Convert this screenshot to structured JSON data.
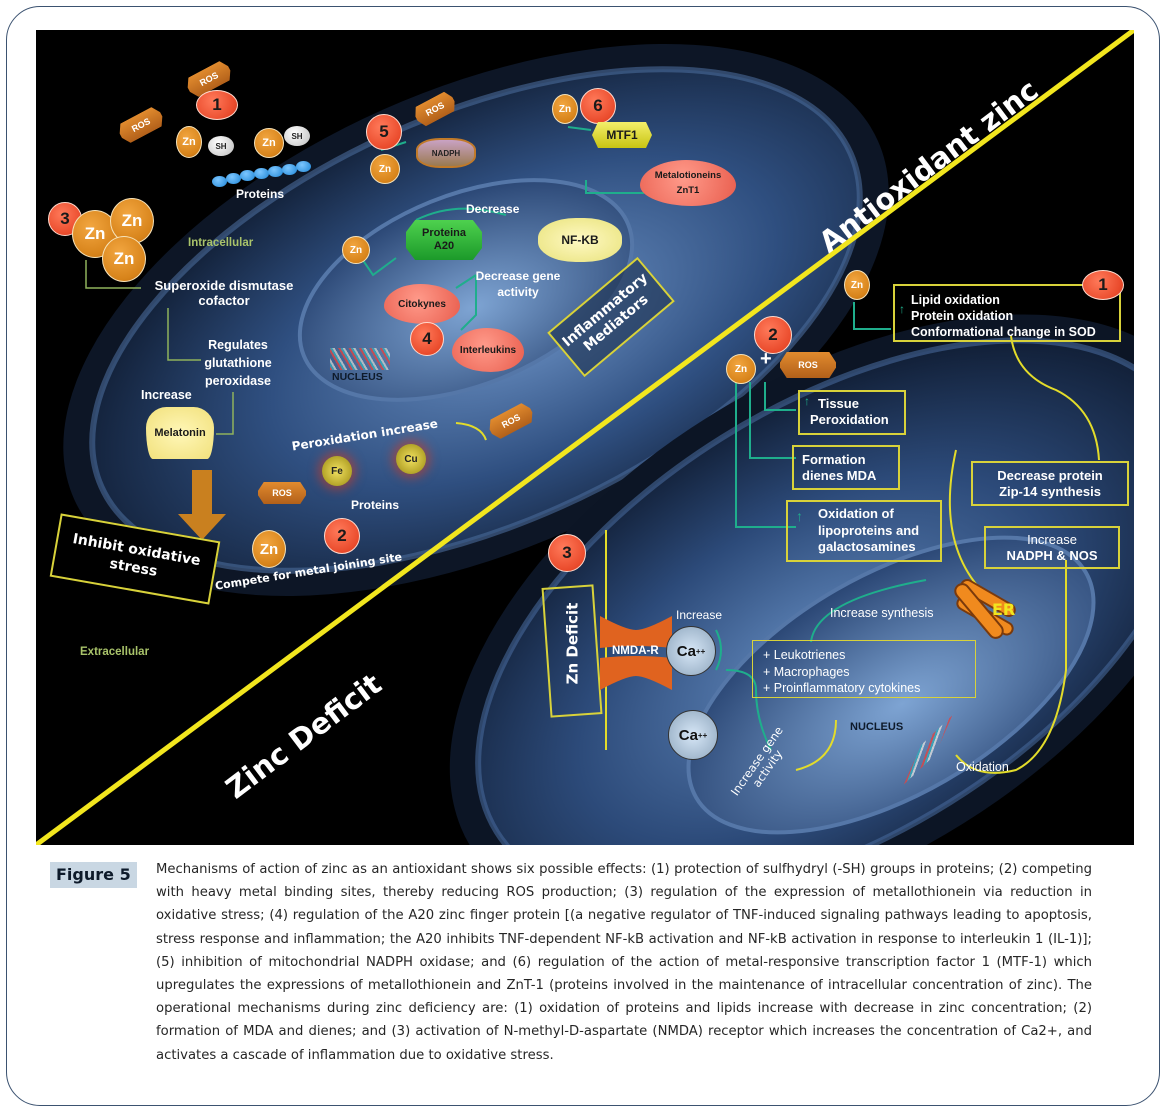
{
  "figure": {
    "section_titles": {
      "antioxidant": "Antioxidant zinc",
      "deficit": "Zinc Deficit"
    },
    "regions": {
      "intracellular": "Intracellular",
      "extracellular": "Extracellular"
    },
    "common": {
      "zn": "Zn",
      "ros": "ROS",
      "sh": "SH",
      "proteins": "Proteins",
      "nucleus": "NUCLEUS"
    },
    "antioxidant": {
      "n1": "1",
      "n2": "2",
      "n3": "3",
      "n4": "4",
      "n5": "5",
      "n6": "6",
      "superoxide": [
        "Superoxide dismutase",
        "cofactor"
      ],
      "regulates": [
        "Regulates",
        "glutathione",
        "peroxidase"
      ],
      "increase": "Increase",
      "melatonin": "Melatonin",
      "inhibit": [
        "Inhibit oxidative",
        "stress"
      ],
      "peroxidation_increase": "Peroxidation increase",
      "fe": "Fe",
      "cu": "Cu",
      "compete": "Compete for metal joining site",
      "nadph": "NADPH",
      "mtf1": "MTF1",
      "metalotioneins": "Metalotioneins",
      "znt1": "ZnT1",
      "proteina_a20": [
        "Proteina",
        "A20"
      ],
      "decrease": "Decrease",
      "nfkb": "NF-KB",
      "decrease_gene": [
        "Decrease gene",
        "activity"
      ],
      "citokynes": "Citokynes",
      "interleukins": "Interleukins",
      "inflammatory": [
        "Inflammatory",
        "Mediators"
      ]
    },
    "deficit": {
      "n1": "1",
      "n2": "2",
      "n3": "3",
      "lipid_box": [
        "Lipid oxidation",
        "Protein oxidation",
        "Conformational change in SOD"
      ],
      "tissue": [
        "Tissue",
        "Peroxidation"
      ],
      "formation": [
        "Formation",
        "dienes MDA"
      ],
      "oxidation_lipo": [
        "Oxidation of",
        "lipoproteins and",
        "galactosamines"
      ],
      "zip14": [
        "Decrease protein",
        "Zip-14  synthesis"
      ],
      "nadph_nos": [
        "Increase",
        "NADPH & NOS"
      ],
      "er": "ER",
      "increase_synthesis": "Increase synthesis",
      "leuko": [
        "+ Leukotrienes",
        "+ Macrophages",
        "+ Proinflammatory cytokines"
      ],
      "zn_deficit": "Zn Deficit",
      "nmda": "NMDA-R",
      "increase": "Increase",
      "ca": "Ca",
      "ca_sup": "++",
      "increase_gene": [
        "Increase gene",
        "activity"
      ],
      "oxidation": "Oxidation",
      "plus": "+"
    }
  },
  "caption": {
    "tag": "Figure 5",
    "text": "Mechanisms of action of zinc as an antioxidant shows six possible effects: (1) protection of sulfhydryl (-SH) groups in proteins; (2) competing with heavy metal binding sites, thereby reducing ROS production; (3) regulation of the expression of metallothionein via reduction in oxidative stress; (4) regulation of the A20 zinc finger protein [(a negative regulator of TNF-induced signaling pathways leading to apoptosis, stress response and inflammation; the A20 inhibits TNF-dependent NF-kB activation and NF-kB activation in response to interleukin 1 (IL-1)]; (5) inhibition of mitochondrial NADPH oxidase; and (6) regulation of the action of metal-responsive transcription factor 1 (MTF-1) which upregulates the expressions of metallothionein and ZnT-1 (proteins involved in the maintenance of intracellular concentration of zinc). The operational mechanisms during zinc deficiency are: (1) oxidation of proteins and lipids increase with decrease in zinc concentration; (2) formation of MDA and dienes; and (3) activation of N-methyl-D-aspartate (NMDA) receptor which increases the concentration of Ca2+, and activates a cascade of inflammation due to oxidative stress."
  },
  "colors": {
    "divider": "#f2e61e",
    "zn": "#e0891e",
    "number_badge": "#ea4b2c",
    "arrow_teal": "#1fae8c",
    "cell_blue": "#2e4a78",
    "box_outline": "#d8d23a"
  }
}
